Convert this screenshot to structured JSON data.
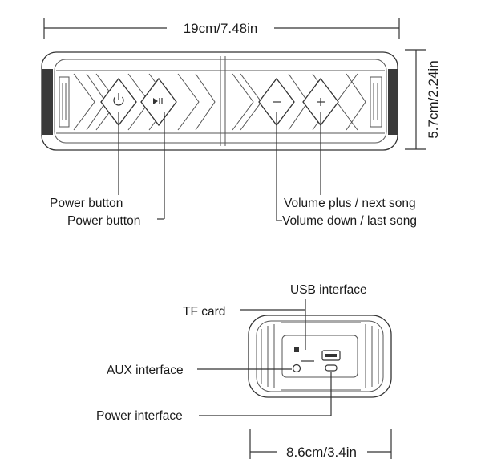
{
  "front_view": {
    "width_dimension": "19cm/7.48in",
    "height_dimension": "5.7cm/2.24in",
    "callouts": {
      "power_button_1": "Power button",
      "power_button_2": "Power button",
      "volume_plus": "Volume plus / next song",
      "volume_down": "Volume down / last song"
    },
    "button_icons": [
      "power-icon",
      "play-pause-icon",
      "minus-icon",
      "plus-icon"
    ]
  },
  "side_view": {
    "width_dimension": "8.6cm/3.4in",
    "callouts": {
      "usb": "USB interface",
      "tf_card": "TF card",
      "aux": "AUX interface",
      "power_interface": "Power interface"
    }
  }
}
